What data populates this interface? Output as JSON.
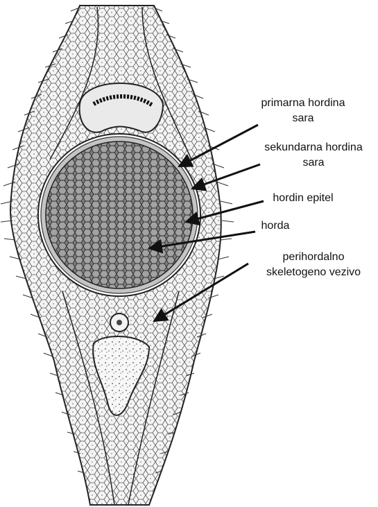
{
  "labels": {
    "primary_sheath": [
      "primarna hordina",
      "sara"
    ],
    "secondary_sheath": [
      "sekundarna hordina",
      "sara"
    ],
    "notochord_epithelium": "hordin epitel",
    "notochord": "horda",
    "perichordal_tissue": [
      "perihordalno",
      "skeletogeno vezivo"
    ]
  },
  "colors": {
    "ink": "#111111",
    "notochord_fill": "#8a8a8a",
    "sheath_fill": "#c4c4c4",
    "tissue_fill": "#f3f3f3",
    "background": "#ffffff"
  }
}
